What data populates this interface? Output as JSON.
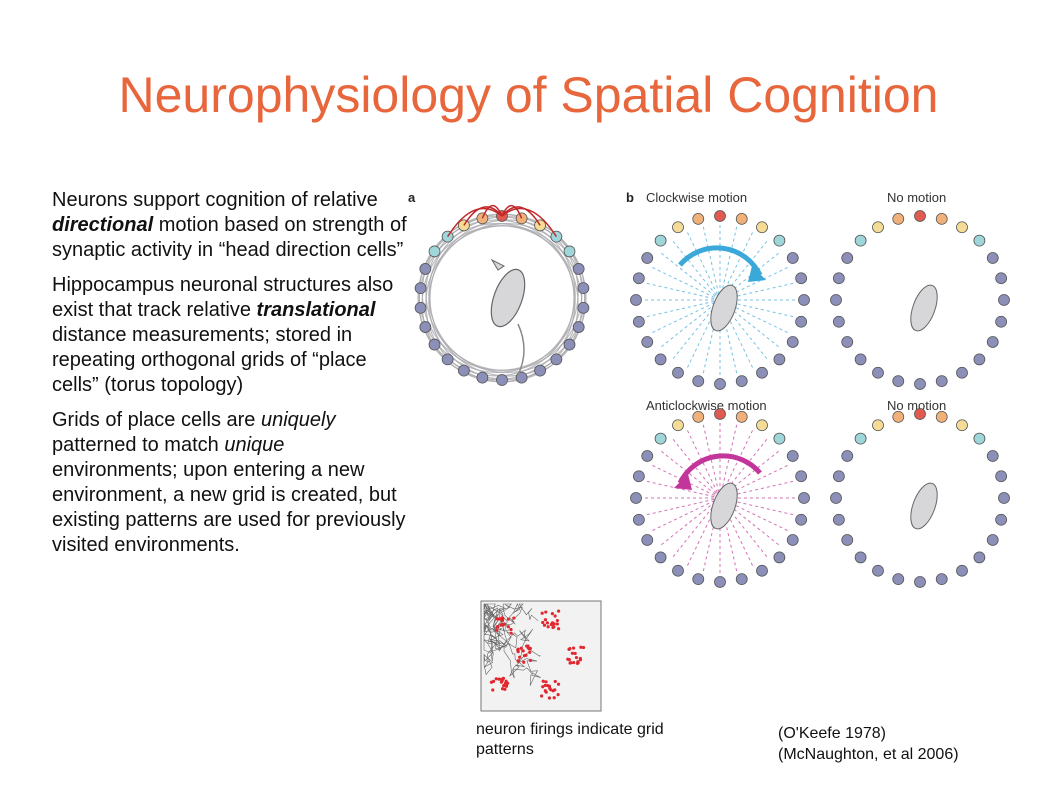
{
  "slide": {
    "title": "Neurophysiology of Spatial Cognition"
  },
  "bullets": [
    {
      "pre": "Neurons support cognition of relative ",
      "emph": "directional",
      "post": " motion based on strength of synaptic activity in “head direction cells”"
    },
    {
      "pre": "Hippocampus neuronal structures also exist that track relative ",
      "emph": "translational",
      "post": " distance measurements; stored in repeating orthogonal grids of “place cells” (torus topology)"
    },
    {
      "pre": "Grids of place cells are ",
      "emph": "uniquely",
      "mid": " patterned to match ",
      "emph2": "unique",
      "post": " environments; upon entering a new environment, a new grid is created, but existing patterns are used for previously visited environments."
    }
  ],
  "figure": {
    "panel_a_letter": "a",
    "panel_b_letter": "b",
    "labels": {
      "clockwise": "Clockwise motion",
      "no_motion_1": "No motion",
      "anticlockwise": "Anticlockwise motion",
      "no_motion_2": "No motion"
    },
    "colors": {
      "neuron_dim": "#8c8fb8",
      "neuron_active_red": "#e05a4f",
      "neuron_cyan": "#9fd6da",
      "clockwise_arrow": "#3aa8d8",
      "anticlockwise_arrow": "#c2359a",
      "connection_red": "#c0282a"
    }
  },
  "captions": {
    "grid_caption": "neuron firings indicate grid patterns",
    "citation_1": "(O'Keefe 1978)",
    "citation_2": "(McNaughton, et al 2006)"
  }
}
